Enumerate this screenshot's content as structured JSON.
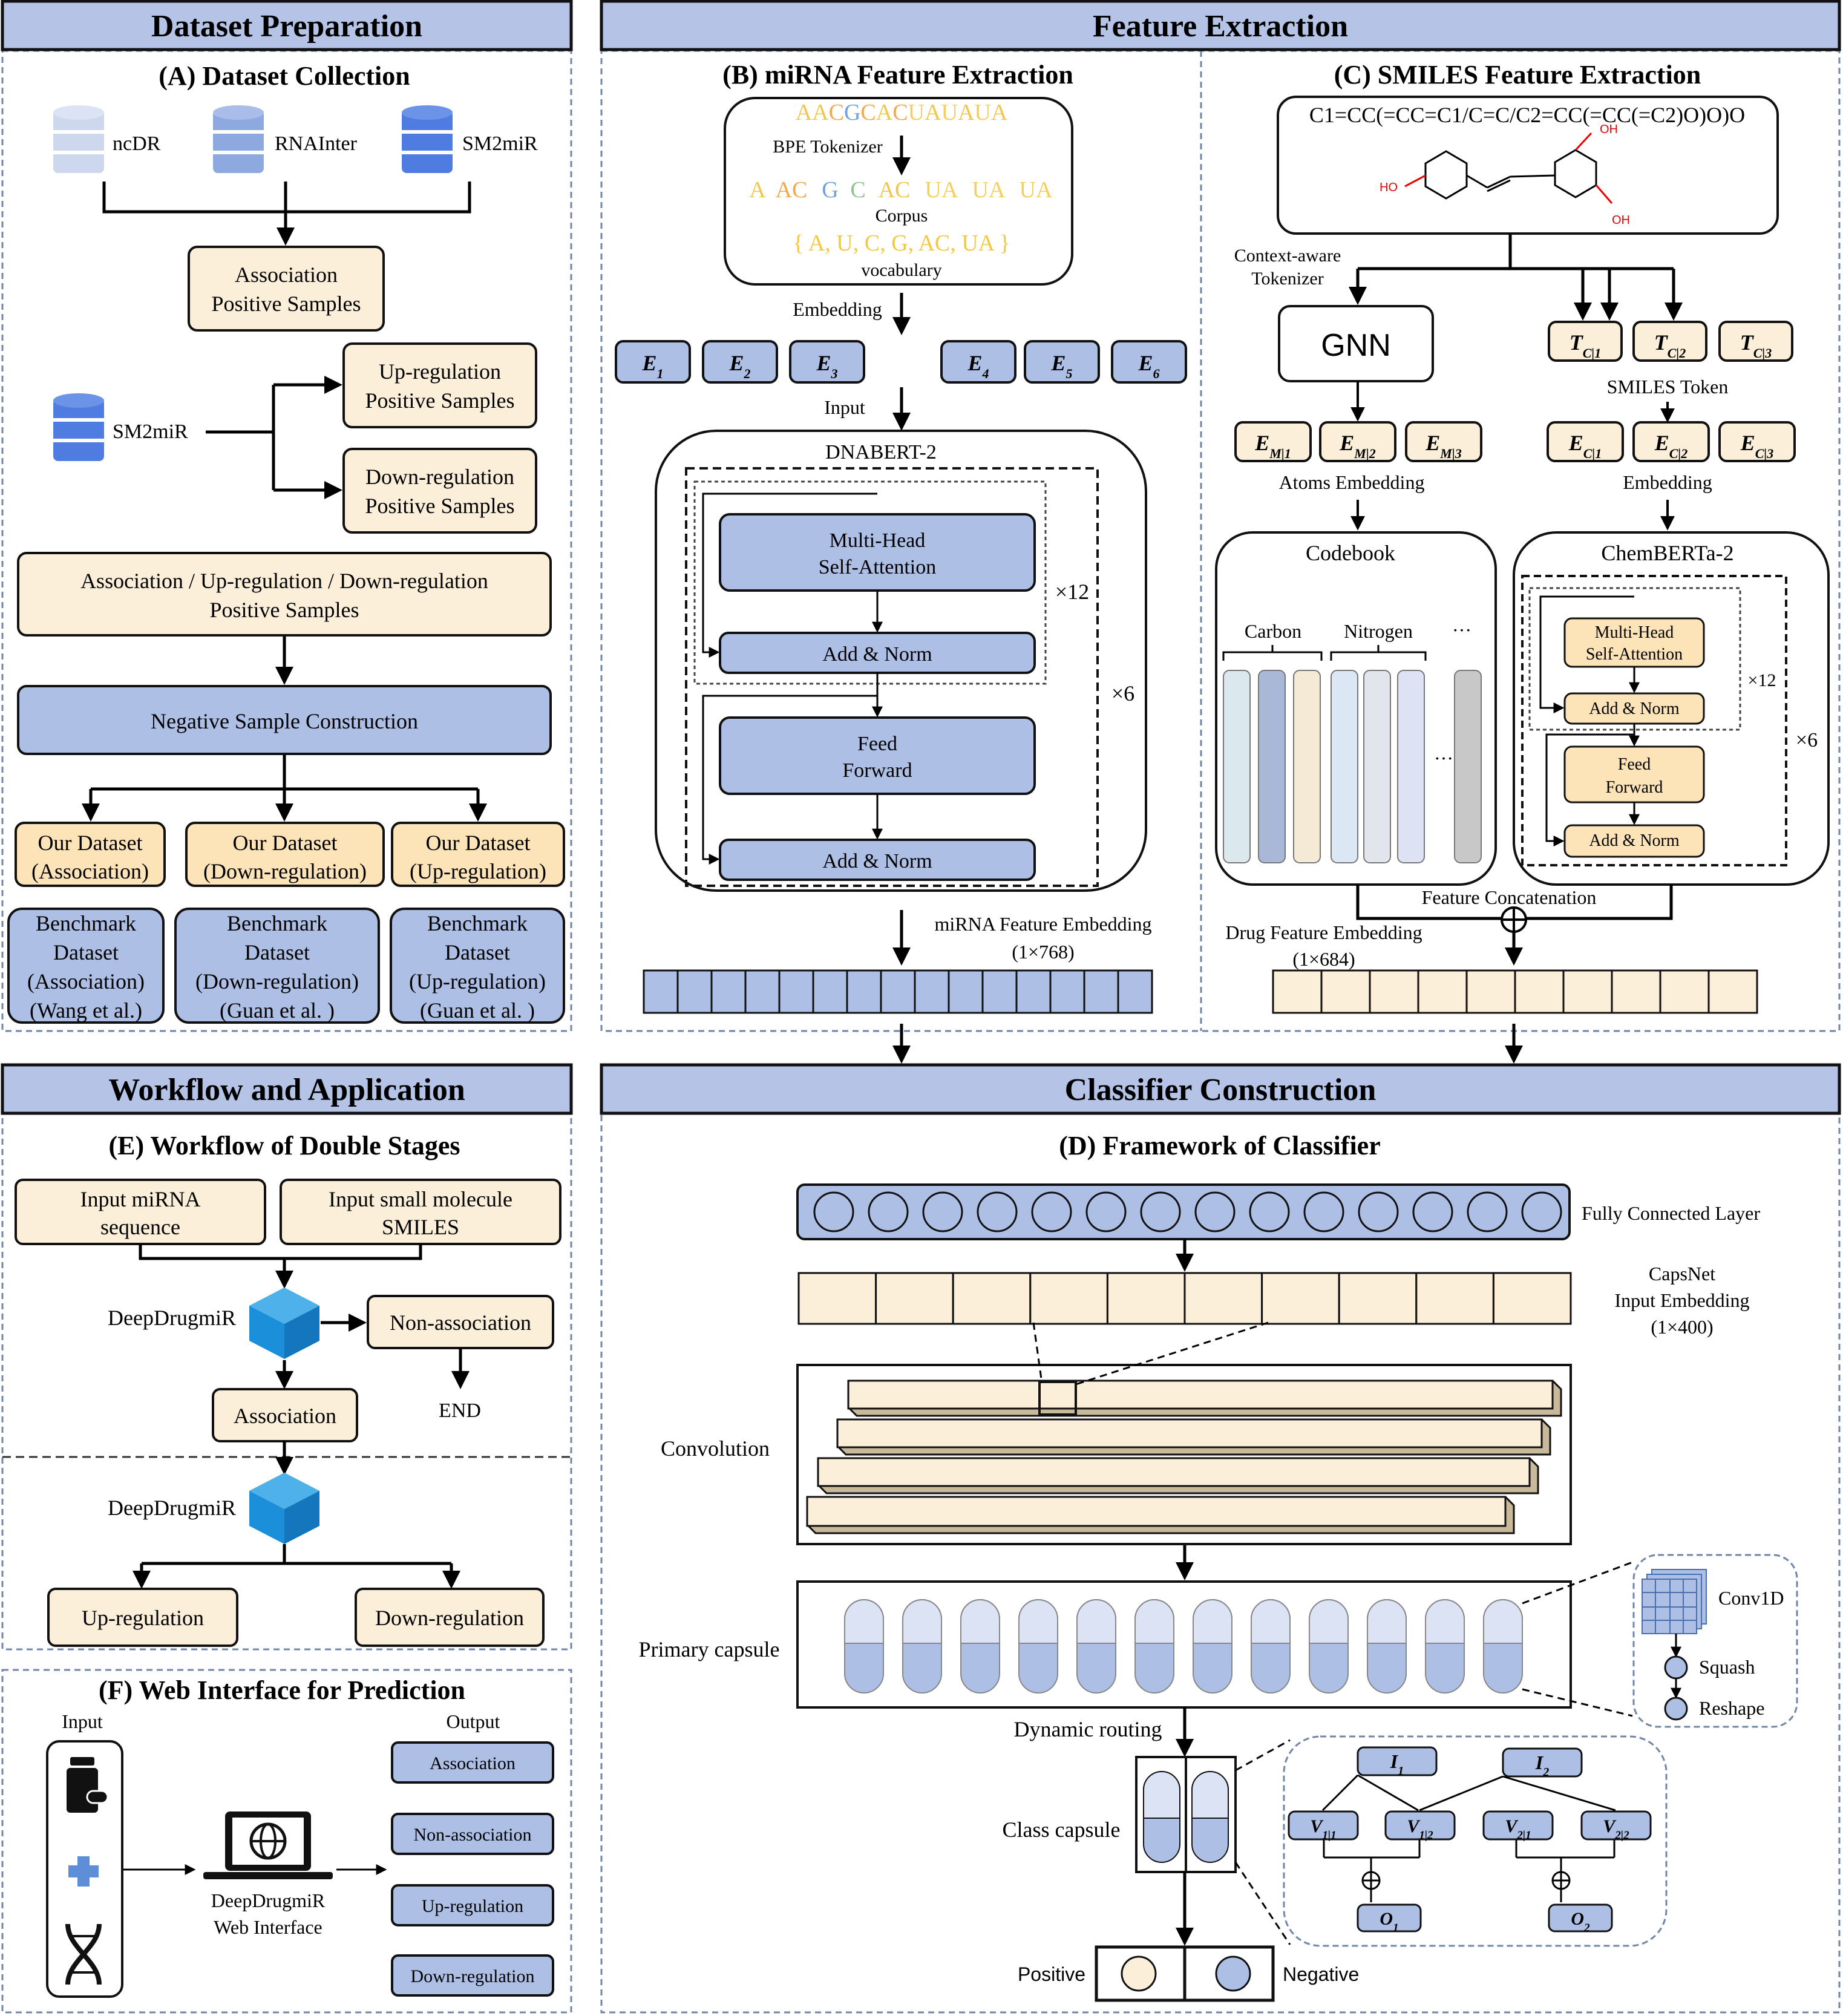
{
  "colors": {
    "header_fill": "#b4c3e6",
    "box_blue": "#aebfe6",
    "box_cream": "#fbefd9",
    "box_peach": "#fde3b8",
    "dash_border": "#6f86a8",
    "db_light": "#cdd7ee",
    "db_mid": "#8ea8e0",
    "db_dark": "#4e7ce0",
    "cube": "#1b8fd9"
  },
  "panels": {
    "dataset_prep": "Dataset Preparation",
    "feature_extraction": "Feature Extraction",
    "workflow_app": "Workflow and Application",
    "classifier_construction": "Classifier Construction"
  },
  "A": {
    "title": "(A) Dataset Collection",
    "db1": "ncDR",
    "db2": "RNAInter",
    "db3": "SM2miR",
    "db4": "SM2miR",
    "assoc_line1": "Association",
    "assoc_line2": "Positive Samples",
    "up_line1": "Up-regulation",
    "up_line2": "Positive Samples",
    "down_line1": "Down-regulation",
    "down_line2": "Positive Samples",
    "combined_line1": "Association / Up-regulation / Down-regulation",
    "combined_line2": "Positive Samples",
    "negative": "Negative Sample Construction",
    "our1_line1": "Our Dataset",
    "our1_line2": "(Association)",
    "our2_line1": "Our Dataset",
    "our2_line2": "(Down-regulation)",
    "our3_line1": "Our Dataset",
    "our3_line2": "(Up-regulation)",
    "bench1": [
      "Benchmark",
      "Dataset",
      "(Association)",
      "(Wang et al.)"
    ],
    "bench2": [
      "Benchmark",
      "Dataset",
      "(Down-regulation)",
      "(Guan et al. )"
    ],
    "bench3": [
      "Benchmark",
      "Dataset",
      "(Up-regulation)",
      "(Guan et al. )"
    ]
  },
  "B": {
    "title": "(B) miRNA Feature Extraction",
    "sequence": "AACGCACUAUAUA",
    "bpe": "BPE Tokenizer",
    "tokens": [
      "A",
      "AC",
      "G",
      "C",
      "AC",
      "UA",
      "UA",
      "UA"
    ],
    "corpus": "Corpus",
    "vocab_set": "{ A, U, C, G, AC, UA }",
    "vocabulary": "vocabulary",
    "embedding": "Embedding",
    "e": [
      "E",
      "E",
      "E",
      "E",
      "E",
      "E"
    ],
    "e_sub": [
      "1",
      "2",
      "3",
      "4",
      "5",
      "6"
    ],
    "input": "Input",
    "model": "DNABERT-2",
    "mhsa_line1": "Multi-Head",
    "mhsa_line2": "Self-Attention",
    "x12": "×12",
    "x6": "×6",
    "addnorm": "Add & Norm",
    "ff_line1": "Feed",
    "ff_line2": "Forward",
    "out_line1": "miRNA Feature Embedding",
    "out_line2": "(1×768)"
  },
  "C": {
    "title": "(C) SMILES Feature Extraction",
    "smiles": "C1=CC(=CC=C1/C=C/C2=CC(=CC(=C2)O)O)O",
    "oh1": "OH",
    "oh2": "OH",
    "ho": "HO",
    "tokenizer_line1": "Context-aware",
    "tokenizer_line2": "Tokenizer",
    "gnn": "GNN",
    "t_sub": [
      "C|1",
      "C|2",
      "C|3"
    ],
    "smiles_token": "SMILES Token",
    "em_sub": [
      "M|1",
      "M|2",
      "M|3"
    ],
    "ec_sub": [
      "C|1",
      "C|2",
      "C|3"
    ],
    "atoms_emb": "Atoms Embedding",
    "embedding": "Embedding",
    "codebook": "Codebook",
    "carbon": "Carbon",
    "nitrogen": "Nitrogen",
    "dots": "···",
    "chemberta": "ChemBERTa-2",
    "mhsa_line1": "Multi-Head",
    "mhsa_line2": "Self-Attention",
    "addnorm": "Add & Norm",
    "ff_line1": "Feed",
    "ff_line2": "Forward",
    "x12": "×12",
    "x6": "×6",
    "concat": "Feature Concatenation",
    "drug_line1": "Drug Feature Embedding",
    "drug_line2": "(1×684)"
  },
  "E": {
    "title": "(E) Workflow of Double Stages",
    "in1_line1": "Input miRNA",
    "in1_line2": "sequence",
    "in2_line1": "Input small molecule",
    "in2_line2": "SMILES",
    "model1": "DeepDrugmiR",
    "model2": "DeepDrugmiR",
    "nonassoc": "Non-association",
    "end": "END",
    "assoc": "Association",
    "up": "Up-regulation",
    "down": "Down-regulation"
  },
  "F": {
    "title": "(F) Web Interface for Prediction",
    "input": "Input",
    "output": "Output",
    "web_line1": "DeepDrugmiR",
    "web_line2": "Web Interface",
    "outputs": [
      "Association",
      "Non-association",
      "Up-regulation",
      "Down-regulation"
    ]
  },
  "D": {
    "title": "(D) Framework of Classifier",
    "fc": "Fully Connected Layer",
    "caps_line1": "CapsNet",
    "caps_line2": "Input Embedding",
    "caps_line3": "(1×400)",
    "convolution": "Convolution",
    "primary": "Primary capsule",
    "conv1d": "Conv1D",
    "squash": "Squash",
    "reshape": "Reshape",
    "dynamic": "Dynamic routing",
    "class_caps": "Class capsule",
    "i_labels": [
      "I",
      "I"
    ],
    "i_subs": [
      "1",
      "2"
    ],
    "v_labels": [
      "V",
      "V",
      "V",
      "V"
    ],
    "v_subs": [
      "1|1",
      "1|2",
      "2|1",
      "2|2"
    ],
    "o_labels": [
      "O",
      "O"
    ],
    "o_subs": [
      "1",
      "2"
    ],
    "positive": "Positive",
    "negative": "Negative"
  }
}
